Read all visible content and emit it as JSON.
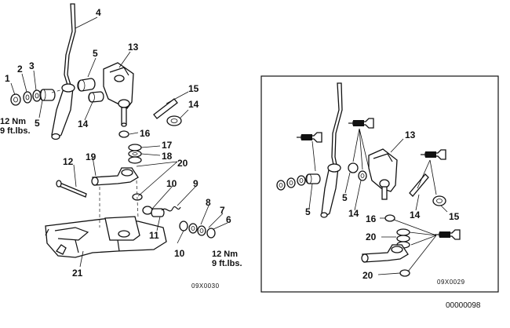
{
  "left_view": {
    "callouts": {
      "c1": "1",
      "c2": "2",
      "c3": "3",
      "c4": "4",
      "c5a": "5",
      "c5b": "5",
      "c6": "6",
      "c7": "7",
      "c8": "8",
      "c9": "9",
      "c10a": "10",
      "c10b": "10",
      "c11": "11",
      "c12": "12",
      "c13": "13",
      "c14": "14",
      "c14b": "14",
      "c15": "15",
      "c16": "16",
      "c17": "17",
      "c18": "18",
      "c19": "19",
      "c20": "20",
      "c21": "21"
    },
    "torque_top": {
      "line1": "12 Nm",
      "line2": "9 ft.lbs."
    },
    "torque_bottom": {
      "line1": "12 Nm",
      "line2": "9 ft.lbs."
    },
    "figure_code": "09X0030"
  },
  "right_view": {
    "callouts": {
      "c5a": "5",
      "c5b": "5",
      "c13": "13",
      "c14a": "14",
      "c14b": "14",
      "c15": "15",
      "c16": "16",
      "c20a": "20",
      "c20b": "20"
    },
    "figure_code": "09X0029"
  },
  "document_number": "00000098",
  "colors": {
    "ink": "#111111",
    "paper": "#ffffff"
  }
}
